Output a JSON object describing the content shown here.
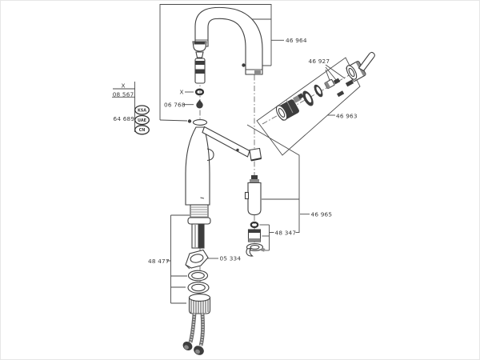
{
  "colors": {
    "background": "#ffffff",
    "line": "#4a4a4a",
    "label_text": "#3a3a3a",
    "dark_part_fill": "#3d3d3d"
  },
  "diagram": {
    "labels": {
      "spout_assembly": "46 964",
      "handle_trim_screws": "46 927",
      "handle_kit": "46 963",
      "spray_head_assembly": "46 965",
      "docking_kit": "48 347",
      "mounting_bracket": "05 334",
      "mounting_kit": "48 477",
      "aerator_variant_mark": "X",
      "aerator_part": "06 768",
      "variant_table": {
        "header_mark": "X",
        "part_number": "08 567"
      },
      "regional_kit": {
        "part_number": "64 689",
        "badges": [
          "KSA",
          "UAE",
          "CN"
        ]
      }
    }
  }
}
